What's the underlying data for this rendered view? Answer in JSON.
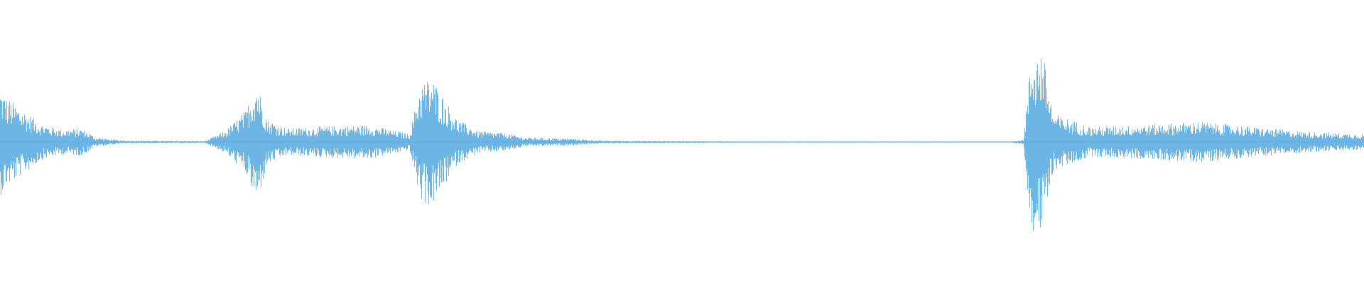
{
  "waveform": {
    "color": "#5dade2",
    "baseline_color": "#5dade2",
    "envelope": [
      {
        "t": 0.0,
        "amp": 0.48
      },
      {
        "t": 0.004,
        "amp": 0.4
      },
      {
        "t": 0.015,
        "amp": 0.3
      },
      {
        "t": 0.03,
        "amp": 0.16
      },
      {
        "t": 0.045,
        "amp": 0.11
      },
      {
        "t": 0.06,
        "amp": 0.12
      },
      {
        "t": 0.07,
        "amp": 0.04
      },
      {
        "t": 0.09,
        "amp": 0.012
      },
      {
        "t": 0.15,
        "amp": 0.008
      },
      {
        "t": 0.165,
        "amp": 0.1
      },
      {
        "t": 0.18,
        "amp": 0.28
      },
      {
        "t": 0.188,
        "amp": 0.55
      },
      {
        "t": 0.196,
        "amp": 0.2
      },
      {
        "t": 0.21,
        "amp": 0.12
      },
      {
        "t": 0.24,
        "amp": 0.14
      },
      {
        "t": 0.27,
        "amp": 0.15
      },
      {
        "t": 0.29,
        "amp": 0.1
      },
      {
        "t": 0.3,
        "amp": 0.07
      },
      {
        "t": 0.308,
        "amp": 0.52
      },
      {
        "t": 0.316,
        "amp": 0.58
      },
      {
        "t": 0.325,
        "amp": 0.4
      },
      {
        "t": 0.335,
        "amp": 0.2
      },
      {
        "t": 0.35,
        "amp": 0.1
      },
      {
        "t": 0.37,
        "amp": 0.08
      },
      {
        "t": 0.385,
        "amp": 0.04
      },
      {
        "t": 0.42,
        "amp": 0.03
      },
      {
        "t": 0.44,
        "amp": 0.012
      },
      {
        "t": 0.55,
        "amp": 0.005
      },
      {
        "t": 0.74,
        "amp": 0.004
      },
      {
        "t": 0.75,
        "amp": 0.02
      },
      {
        "t": 0.756,
        "amp": 0.78
      },
      {
        "t": 0.764,
        "amp": 0.82
      },
      {
        "t": 0.772,
        "amp": 0.25
      },
      {
        "t": 0.8,
        "amp": 0.13
      },
      {
        "t": 0.85,
        "amp": 0.16
      },
      {
        "t": 0.88,
        "amp": 0.18
      },
      {
        "t": 0.92,
        "amp": 0.13
      },
      {
        "t": 0.96,
        "amp": 0.09
      },
      {
        "t": 1.0,
        "amp": 0.07
      }
    ]
  }
}
